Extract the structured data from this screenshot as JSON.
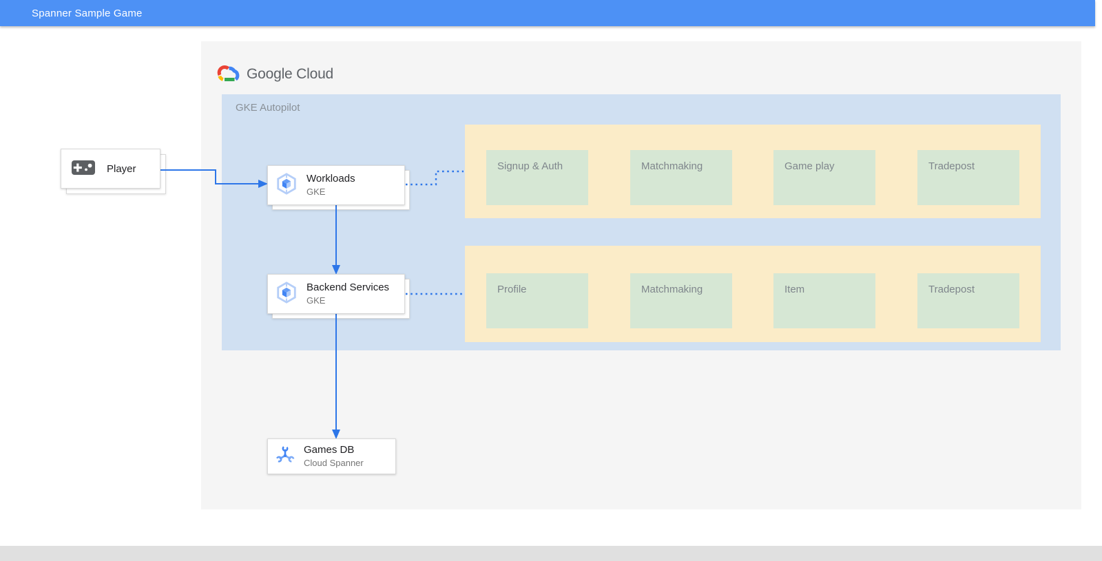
{
  "header": {
    "title": "Spanner Sample Game"
  },
  "brand": {
    "google": "Google",
    "cloud": "Cloud"
  },
  "diagram": {
    "player": {
      "label": "Player"
    },
    "gke_panel": {
      "label": "GKE Autopilot"
    },
    "nodes": [
      {
        "title": "Workloads",
        "subtitle": "GKE"
      },
      {
        "title": "Backend Services",
        "subtitle": "GKE"
      },
      {
        "title": "Games DB",
        "subtitle": "Cloud Spanner"
      }
    ],
    "service_rows": [
      {
        "services": [
          "Signup & Auth",
          "Matchmaking",
          "Game play",
          "Tradepost"
        ]
      },
      {
        "services": [
          "Profile",
          "Matchmaking",
          "Item",
          "Tradepost"
        ]
      }
    ]
  },
  "icons": {
    "player": "gamepad-icon",
    "workloads": "gke-hexagon-icon",
    "backend": "gke-hexagon-icon",
    "gamesdb": "spanner-wrench-icon",
    "brand": "google-cloud-logo-icon"
  },
  "colors": {
    "header_blue": "#4d91f5",
    "panel_gray": "#f5f5f5",
    "gke_panel_blue": "#d0e0f2",
    "band_yellow": "#fbecc8",
    "service_green": "#d6e7d4",
    "arrow_blue": "#2d76e8",
    "logo_red": "#ea4335",
    "logo_yellow": "#fbbc04",
    "logo_blue": "#4285f4",
    "logo_green": "#34a853",
    "footer_gray": "#e0e0e0"
  }
}
